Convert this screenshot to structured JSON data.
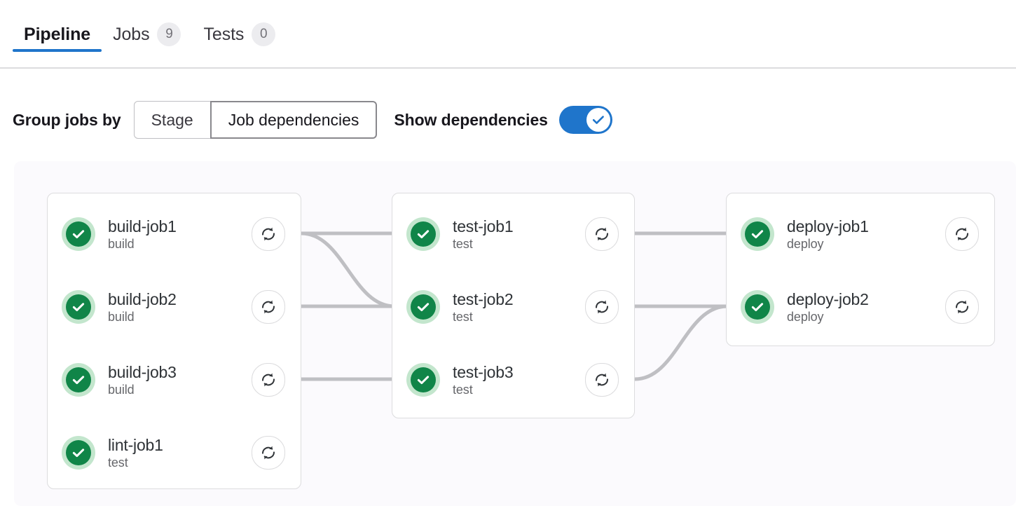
{
  "tabs": [
    {
      "label": "Pipeline",
      "badge": null,
      "active": true
    },
    {
      "label": "Jobs",
      "badge": "9",
      "active": false
    },
    {
      "label": "Tests",
      "badge": "0",
      "active": false
    }
  ],
  "controls": {
    "group_label": "Group jobs by",
    "segments": [
      {
        "label": "Stage",
        "selected": false
      },
      {
        "label": "Job dependencies",
        "selected": true
      }
    ],
    "toggle_label": "Show dependencies",
    "toggle_state": "on",
    "toggle_icon": "check-icon"
  },
  "icons": {
    "status": "status-success-icon",
    "retry": "retry-icon"
  },
  "colors": {
    "accent": "#1f75cb",
    "status_success": "#108548",
    "status_success_ring": "#c3e6cd",
    "panel_bg": "#fbfafd",
    "card_border": "#dcdcde",
    "link_line": "#bfbfc3",
    "tab_badge_bg": "#ececef",
    "text_primary": "#18171d",
    "text_secondary": "#66676b"
  },
  "graph": {
    "columns": [
      {
        "name": "build-column",
        "jobs": [
          {
            "name": "build-job1",
            "stage": "build",
            "status": "success"
          },
          {
            "name": "build-job2",
            "stage": "build",
            "status": "success"
          },
          {
            "name": "build-job3",
            "stage": "build",
            "status": "success"
          },
          {
            "name": "lint-job1",
            "stage": "test",
            "status": "success"
          }
        ]
      },
      {
        "name": "test-column",
        "jobs": [
          {
            "name": "test-job1",
            "stage": "test",
            "status": "success"
          },
          {
            "name": "test-job2",
            "stage": "test",
            "status": "success"
          },
          {
            "name": "test-job3",
            "stage": "test",
            "status": "success"
          }
        ]
      },
      {
        "name": "deploy-column",
        "jobs": [
          {
            "name": "deploy-job1",
            "stage": "deploy",
            "status": "success"
          },
          {
            "name": "deploy-job2",
            "stage": "deploy",
            "status": "success"
          }
        ]
      }
    ],
    "links": [
      {
        "from": "build-job1",
        "to": "test-job1"
      },
      {
        "from": "build-job1",
        "to": "test-job2"
      },
      {
        "from": "build-job2",
        "to": "test-job2"
      },
      {
        "from": "build-job3",
        "to": "test-job3"
      },
      {
        "from": "test-job1",
        "to": "deploy-job1"
      },
      {
        "from": "test-job2",
        "to": "deploy-job2"
      },
      {
        "from": "test-job3",
        "to": "deploy-job2"
      }
    ]
  }
}
